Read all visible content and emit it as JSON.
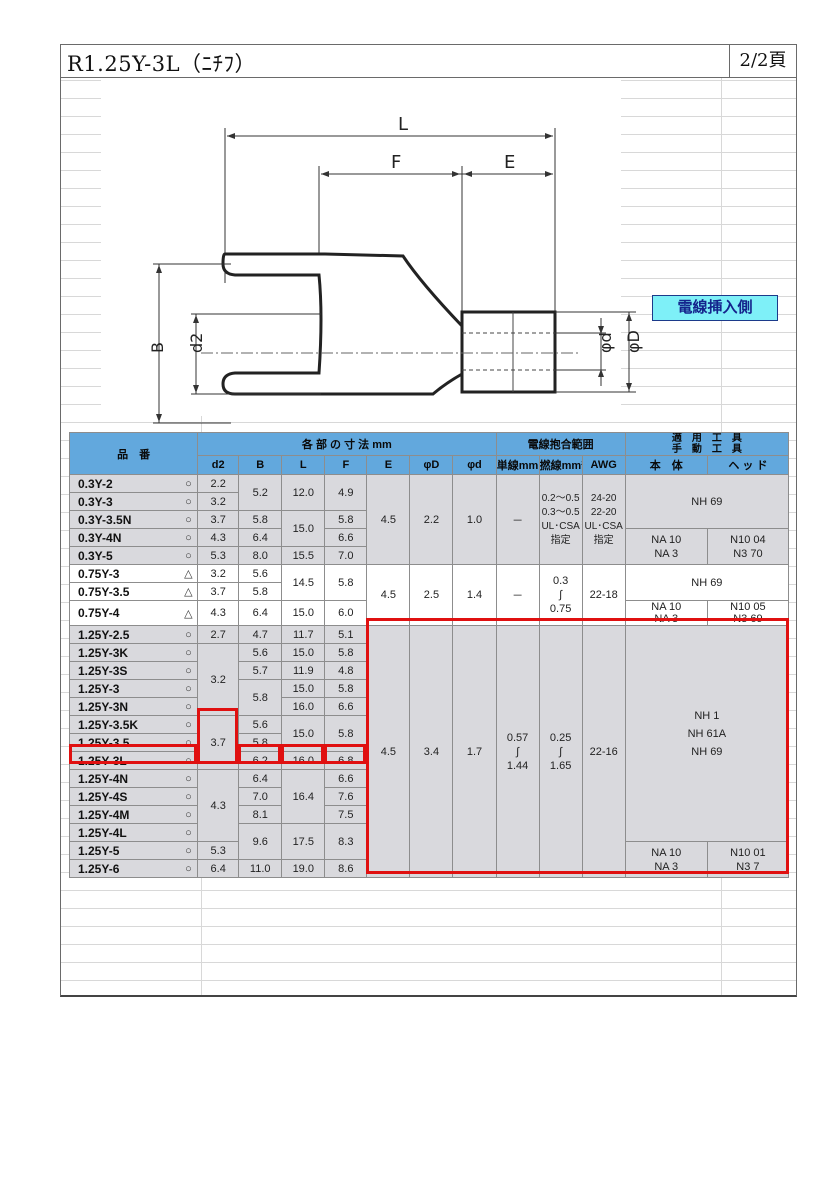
{
  "header": {
    "title": "R1.25Y-3L（ﾆﾁﾌ）",
    "page": "2/2頁"
  },
  "drawing": {
    "labels": {
      "L": "L",
      "F": "F",
      "E": "E",
      "B": "B",
      "d2": "d2",
      "phi_d": "φd",
      "phi_D": "φD"
    },
    "badge": "電線挿入側"
  },
  "table": {
    "group_headers": {
      "part_no": "品　番",
      "dims": "各 部 の 寸 法 mm",
      "wire": "電線抱合範囲",
      "tools": "適　用　工　具",
      "hand_tools": "手　動　工　具",
      "body": "本　体",
      "head": "ヘ ッ ド"
    },
    "columns": [
      "d2",
      "B",
      "L",
      "F",
      "E",
      "φD",
      "φd",
      "単線mm",
      "撚線mm²",
      "AWG"
    ],
    "group1": {
      "rows": [
        {
          "pn": "0.3Y-2",
          "mark": "○",
          "d2": "2.2"
        },
        {
          "pn": "0.3Y-3",
          "mark": "○",
          "d2": "3.2"
        },
        {
          "pn": "0.3Y-3.5N",
          "mark": "○",
          "d2": "3.7"
        },
        {
          "pn": "0.3Y-4N",
          "mark": "○",
          "d2": "4.3"
        },
        {
          "pn": "0.3Y-5",
          "mark": "○",
          "d2": "5.3"
        }
      ],
      "B": [
        "5.2",
        "5.8",
        "6.4",
        "8.0"
      ],
      "L": [
        "12.0",
        "15.0",
        "15.5"
      ],
      "F": [
        "4.9",
        "5.8",
        "6.6",
        "7.0"
      ],
      "E": "4.5",
      "phiD": "2.2",
      "phid": "1.0",
      "solid": "－",
      "strand": [
        "0.2～0.5",
        "0.3～0.5",
        "UL･CSA",
        "指定"
      ],
      "awg": [
        "24-20",
        "22-20",
        "UL･CSA",
        "指定"
      ],
      "tool_top": "NH 69",
      "body": [
        "NA 10",
        "NA 3"
      ],
      "head": [
        "N10 04",
        "N3 70"
      ]
    },
    "group2": {
      "rows": [
        {
          "pn": "0.75Y-3",
          "mark": "△",
          "d2": "3.2"
        },
        {
          "pn": "0.75Y-3.5",
          "mark": "△",
          "d2": "3.7"
        },
        {
          "pn": "0.75Y-4",
          "mark": "△",
          "d2": "4.3"
        }
      ],
      "B": [
        "5.6",
        "5.8",
        "6.4"
      ],
      "L": [
        "14.5",
        "15.0"
      ],
      "F": [
        "5.8",
        "6.0"
      ],
      "E": "4.5",
      "phiD": "2.5",
      "phid": "1.4",
      "solid": "－",
      "strand": [
        "0.3",
        "∫",
        "0.75"
      ],
      "awg": "22-18",
      "tool_top": "NH 69",
      "body": [
        "NA 10",
        "NA 3"
      ],
      "head": [
        "N10 05",
        "N3 69"
      ]
    },
    "group3": {
      "rows": [
        {
          "pn": "1.25Y-2.5",
          "mark": "○"
        },
        {
          "pn": "1.25Y-3K",
          "mark": "○"
        },
        {
          "pn": "1.25Y-3S",
          "mark": "○"
        },
        {
          "pn": "1.25Y-3",
          "mark": "○"
        },
        {
          "pn": "1.25Y-3N",
          "mark": "○"
        },
        {
          "pn": "1.25Y-3.5K",
          "mark": "○"
        },
        {
          "pn": "1.25Y-3.5",
          "mark": "○"
        },
        {
          "pn": "1.25Y-3L",
          "mark": "○"
        },
        {
          "pn": "1.25Y-4N",
          "mark": "○"
        },
        {
          "pn": "1.25Y-4S",
          "mark": "○"
        },
        {
          "pn": "1.25Y-4M",
          "mark": "○"
        },
        {
          "pn": "1.25Y-4L",
          "mark": "○"
        },
        {
          "pn": "1.25Y-5",
          "mark": "○"
        },
        {
          "pn": "1.25Y-6",
          "mark": "○"
        }
      ],
      "d2": [
        "2.7",
        "3.2",
        "3.7",
        "4.3",
        "5.3",
        "6.4"
      ],
      "B": [
        "4.7",
        "5.6",
        "5.7",
        "5.8",
        "5.6",
        "5.8",
        "6.2",
        "6.4",
        "7.0",
        "8.1",
        "9.6",
        "11.0"
      ],
      "L": [
        "11.7",
        "15.0",
        "11.9",
        "15.0",
        "16.0",
        "15.0",
        "16.0",
        "16.4",
        "17.5",
        "19.0"
      ],
      "F": [
        "5.1",
        "5.8",
        "4.8",
        "5.8",
        "6.6",
        "5.8",
        "6.8",
        "6.6",
        "7.6",
        "7.5",
        "8.3",
        "8.6"
      ],
      "E": "4.5",
      "phiD": "3.4",
      "phid": "1.7",
      "solid": [
        "0.57",
        "∫",
        "1.44"
      ],
      "strand": [
        "0.25",
        "∫",
        "1.65"
      ],
      "awg": "22-16",
      "tools": [
        "NH 1",
        "NH 61A",
        "NH 69"
      ],
      "body": [
        "NA 10",
        "NA 3"
      ],
      "head": [
        "N10 01",
        "N3 7"
      ]
    }
  }
}
